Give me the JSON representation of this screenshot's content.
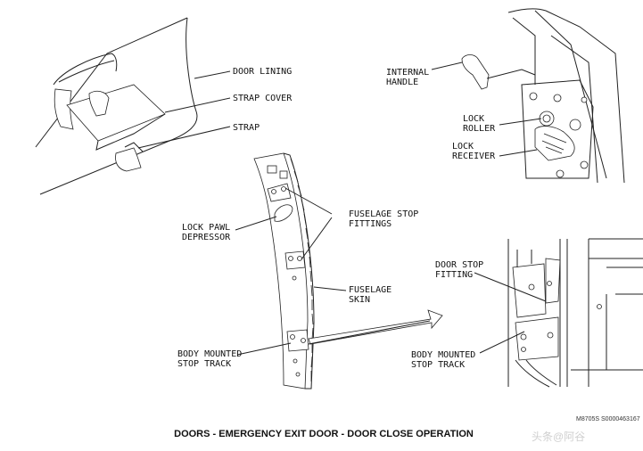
{
  "labels": {
    "door_lining": "DOOR LINING",
    "strap_cover": "STRAP COVER",
    "strap": "STRAP",
    "internal_handle_1": "INTERNAL",
    "internal_handle_2": "HANDLE",
    "lock_roller_1": "LOCK",
    "lock_roller_2": "ROLLER",
    "lock_receiver_1": "LOCK",
    "lock_receiver_2": "RECEIVER",
    "fuselage_stop_fittings_1": "FUSELAGE STOP",
    "fuselage_stop_fittings_2": "FITTINGS",
    "lock_pawl_depressor_1": "LOCK PAWL",
    "lock_pawl_depressor_2": "DEPRESSOR",
    "fuselage_skin_1": "FUSELAGE",
    "fuselage_skin_2": "SKIN",
    "body_stop_track_left_1": "BODY MOUNTED",
    "body_stop_track_left_2": "STOP TRACK",
    "door_stop_fitting_1": "DOOR STOP",
    "door_stop_fitting_2": "FITTING",
    "body_stop_track_right_1": "BODY MOUNTED",
    "body_stop_track_right_2": "STOP TRACK"
  },
  "caption": "DOORS - EMERGENCY EXIT DOOR - DOOR CLOSE OPERATION",
  "figure_code": "M8705S S0000463167",
  "watermark": "头条@阿谷"
}
